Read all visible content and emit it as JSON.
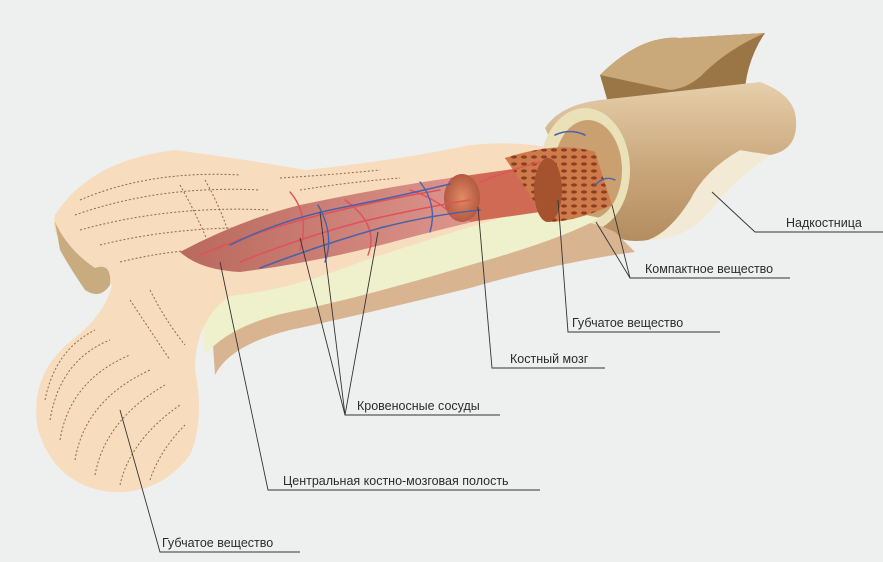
{
  "labels": {
    "periosteum": "Надкостница",
    "compact_bone": "Компактное вещество",
    "spongy_bone_right": "Губчатое вещество",
    "bone_marrow": "Костный мозг",
    "blood_vessels": "Кровеносные сосуды",
    "medullary_cavity": "Центральная костно-мозговая полость",
    "spongy_bone_left": "Губчатое вещество"
  },
  "colors": {
    "background": "#eef0f0",
    "cancellous_bone": "#f8dcbe",
    "compact_bone_band": "#d9b48f",
    "inner_layer": "#eef1cc",
    "periosteum_tube": "#c8a97e",
    "medullary_cavity": "#c56d5f",
    "bone_marrow_core": "#d9785a",
    "artery": "#e0525a",
    "vein": "#4a62a8",
    "leader_line": "#333333"
  }
}
